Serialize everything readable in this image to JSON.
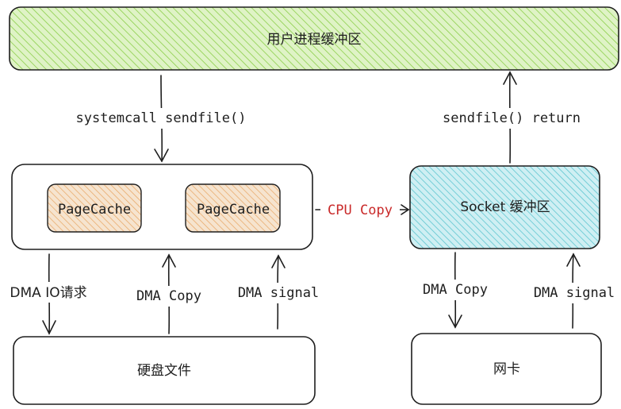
{
  "nodes": {
    "user_buffer": "用户进程缓冲区",
    "page_cache_1": "PageCache",
    "page_cache_2": "PageCache",
    "socket_buffer": "Socket 缓冲区",
    "disk": "硬盘文件",
    "nic": "网卡"
  },
  "edges": {
    "syscall": "systemcall sendfile()",
    "sendfile_return": "sendfile() return",
    "cpu_copy": "CPU Copy",
    "dma_io_request": "DMA IO请求",
    "dma_copy_disk": "DMA Copy",
    "dma_signal_disk": "DMA signal",
    "dma_copy_nic": "DMA Copy",
    "dma_signal_nic": "DMA signal"
  },
  "colors": {
    "user_buffer_fill": "#b2f2bb",
    "user_buffer_hatch": "#8ccf4a",
    "page_cache_fill": "#f4ddc4",
    "page_cache_hatch": "#e8a868",
    "socket_fill": "#c9eef2",
    "socket_hatch": "#5fc6d0",
    "stroke": "#1e1e1e",
    "cpu_copy_text": "#c92a2a"
  }
}
